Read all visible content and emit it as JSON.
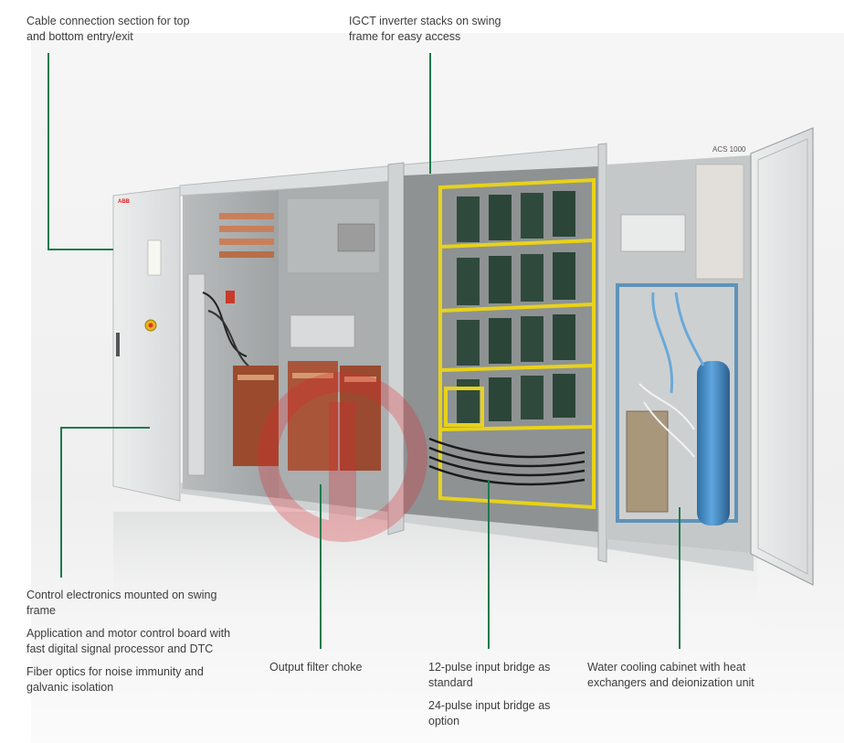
{
  "labels": {
    "cable_connection": "Cable connection section for top and bottom entry/exit",
    "igct_stacks": "IGCT inverter stacks on swing frame for easy access",
    "control_electronics": "Control electronics mounted on swing frame",
    "application_board": "Application and motor control board with fast digital signal processor and DTC",
    "fiber_optics": "Fiber optics for noise immunity and galvanic isolation",
    "output_filter": "Output filter choke",
    "input_bridge_12": "12-pulse input bridge as standard",
    "input_bridge_24": "24-pulse input bridge as option",
    "water_cooling": "Water cooling cabinet with heat exchangers and deionization unit"
  },
  "product": {
    "brand": "ABB",
    "model": "ACS 1000"
  },
  "colors": {
    "leader_line": "#1e7a4c",
    "cabinet": "#e4e6e6",
    "cabinet_dark": "#c9cccd",
    "busbar": "#c9805a",
    "igct_frame": "#e8d21a",
    "cooling_frame": "#5f93b8",
    "vessel": "#3e86c4",
    "watermark": "#e0232a"
  }
}
